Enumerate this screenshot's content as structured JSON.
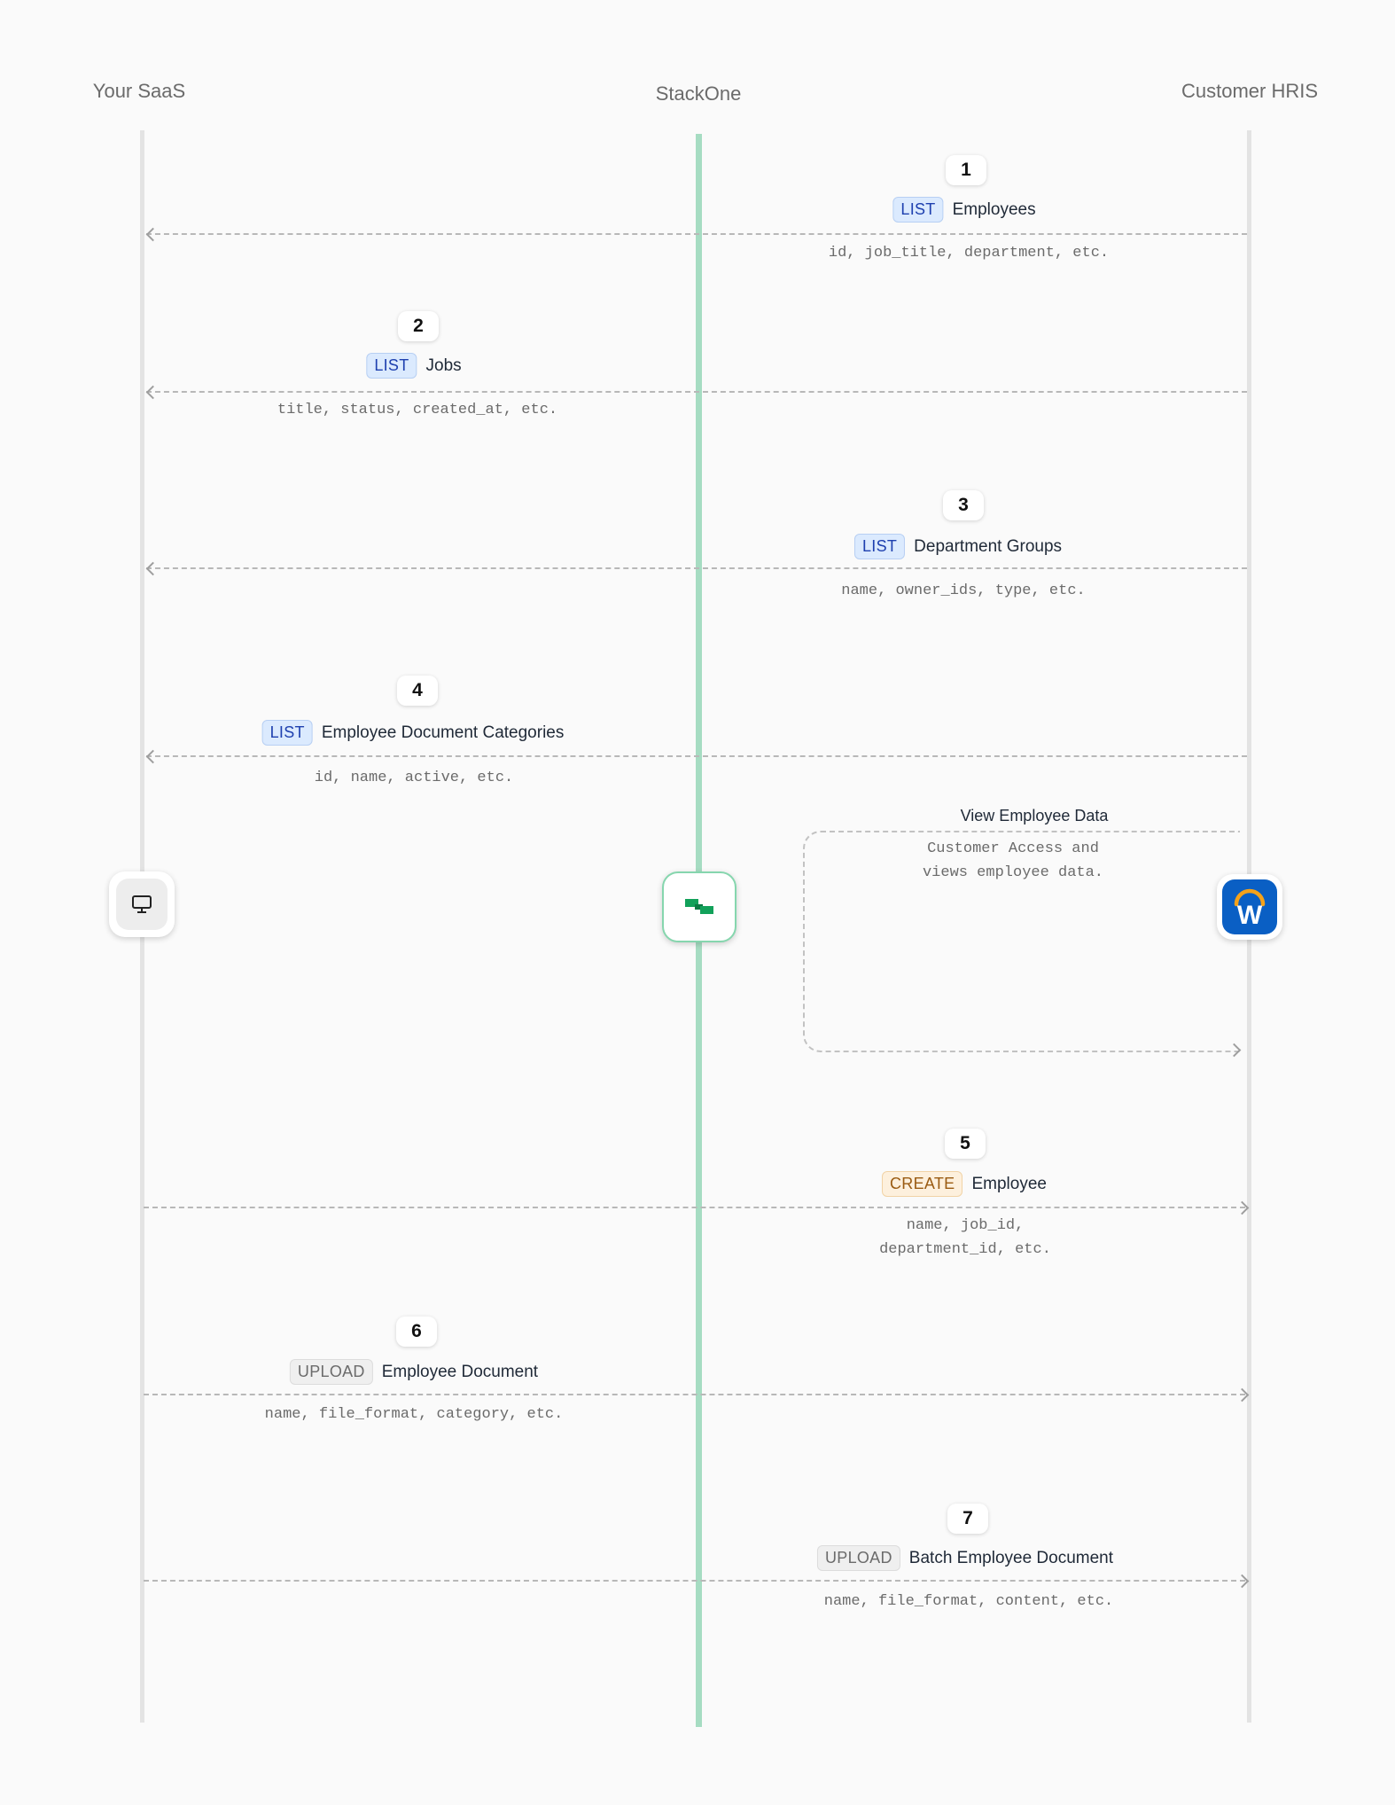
{
  "columns": {
    "left": "Your SaaS",
    "middle": "StackOne",
    "right": "Customer HRIS"
  },
  "colors": {
    "lane": "#e3e3e3",
    "stackone_lane": "#a6dcc2",
    "list_badge": "#dbeafe",
    "create_badge": "#fdf0dd",
    "upload_badge": "#efefef",
    "workday_blue": "#0a5fc4"
  },
  "nodes": {
    "left_icon": "monitor-icon",
    "middle_icon": "stackone-logo-icon",
    "right_icon": "workday-logo-icon",
    "right_logo_letter": "W"
  },
  "steps": [
    {
      "number": "1",
      "method": "LIST",
      "resource": "Employees",
      "fields": "id, job_title, department, etc.",
      "direction": "to-saas"
    },
    {
      "number": "2",
      "method": "LIST",
      "resource": "Jobs",
      "fields": "title, status, created_at, etc.",
      "direction": "to-saas"
    },
    {
      "number": "3",
      "method": "LIST",
      "resource": "Department Groups",
      "fields": "name, owner_ids, type, etc.",
      "direction": "to-saas"
    },
    {
      "number": "4",
      "method": "LIST",
      "resource": "Employee Document Categories",
      "fields": "id, name, active, etc.",
      "direction": "to-saas"
    },
    {
      "number": "5",
      "method": "CREATE",
      "resource": "Employee",
      "fields": "name, job_id,\ndepartment_id, etc.",
      "direction": "to-hris"
    },
    {
      "number": "6",
      "method": "UPLOAD",
      "resource": "Employee Document",
      "fields": "name, file_format, category, etc.",
      "direction": "to-hris"
    },
    {
      "number": "7",
      "method": "UPLOAD",
      "resource": "Batch Employee Document",
      "fields": "name, file_format, content, etc.",
      "direction": "to-hris"
    }
  ],
  "view_data": {
    "title": "View Employee Data",
    "description": "Customer Access and\nviews employee data."
  }
}
